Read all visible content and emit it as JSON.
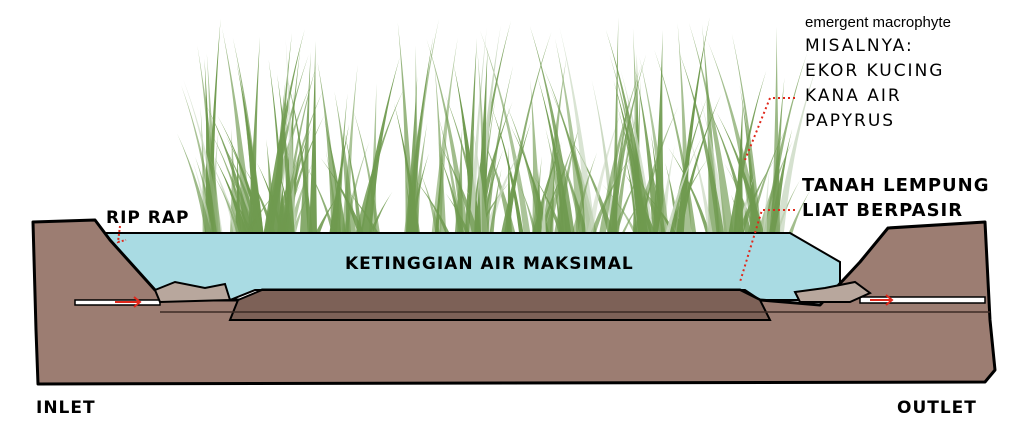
{
  "labels": {
    "emergent": "emergent macrophyte",
    "examples_title": "MISALNYA:",
    "examples": [
      "EKOR KUCING",
      "KANA AIR",
      "PAPYRUS"
    ],
    "soil_line1": "TANAH LEMPUNG",
    "soil_line2": "LIAT BERPASIR",
    "riprap": "RIP RAP",
    "water_level": "KETINGGIAN AIR MAKSIMAL",
    "inlet": "INLET",
    "outlet": "OUTLET"
  },
  "colors": {
    "soil": "#9c7d72",
    "soil_dark": "#7d6157",
    "water": "#a9dbe3",
    "grass": "#6f9a4f",
    "grass_light": "#c9d8c0",
    "rock": "#b8a79d",
    "arrow": "#e0281b",
    "outline": "#000000"
  }
}
